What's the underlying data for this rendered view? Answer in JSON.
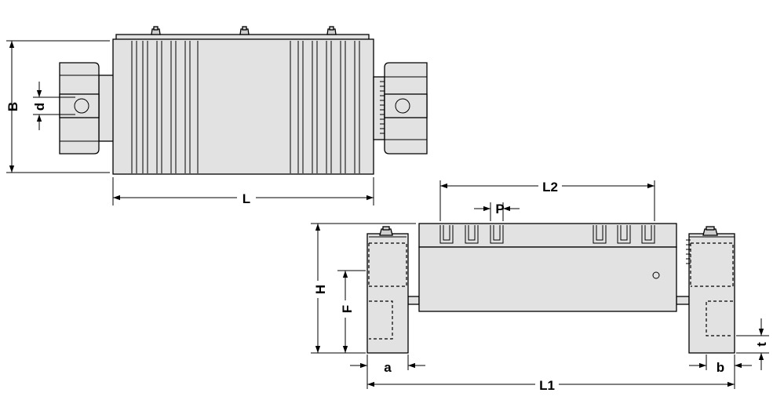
{
  "labels": {
    "B": "B",
    "d": "d",
    "L": "L",
    "L2": "L2",
    "P": "P",
    "H": "H",
    "F": "F",
    "a": "a",
    "b": "b",
    "L1": "L1",
    "t": "t"
  }
}
